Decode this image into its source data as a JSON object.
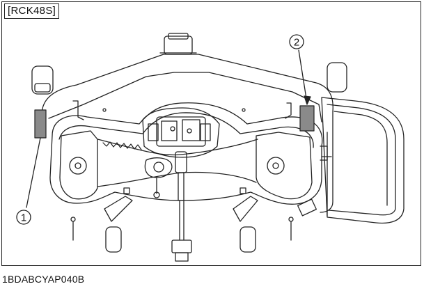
{
  "model_tag": "[RCK48S]",
  "figure_code": "1BDABCYAP040B",
  "callouts": [
    {
      "id": "1",
      "label": "1"
    },
    {
      "id": "2",
      "label": "2"
    }
  ],
  "colors": {
    "line": "#222222",
    "label_fill": "#8a8a8a",
    "background": "#ffffff"
  }
}
